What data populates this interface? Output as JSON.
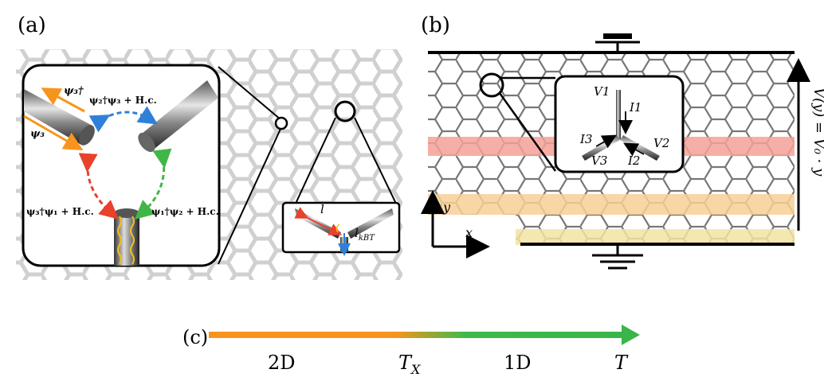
{
  "panels": {
    "a": {
      "label": "(a)",
      "psi3_dagger": "ψ₃†",
      "psi3": "ψ₃",
      "term_23": "ψ₂†ψ₃ + H.c.",
      "term_31": "ψ₃†ψ₁ + H.c.",
      "term_12": "ψ₁†ψ₂ + H.c.",
      "length_l": "l",
      "length_lkbt": "l",
      "length_lkbt_sub": "kBT"
    },
    "b": {
      "label": "(b)",
      "v1": "V1",
      "i1": "I1",
      "v2": "V2",
      "i2": "I2",
      "v3": "V3",
      "i3": "I3",
      "voltage_formula": "V(y) = V₀ · y",
      "axis_y": "y",
      "axis_x": "x"
    },
    "c": {
      "label": "(c)",
      "left_regime": "2D",
      "crossover": "T",
      "crossover_sub": "X",
      "right_regime": "1D",
      "axis_var": "T"
    }
  },
  "colors": {
    "orange": "#f7941d",
    "green": "#39b54a",
    "red_dash": "#e8412c",
    "blue_dash": "#2f80d9",
    "green_dash": "#41b648",
    "red_stripe": "#f4a196",
    "orange_stripe": "#f7cf96",
    "yellow_stripe": "#f3e3a2"
  }
}
